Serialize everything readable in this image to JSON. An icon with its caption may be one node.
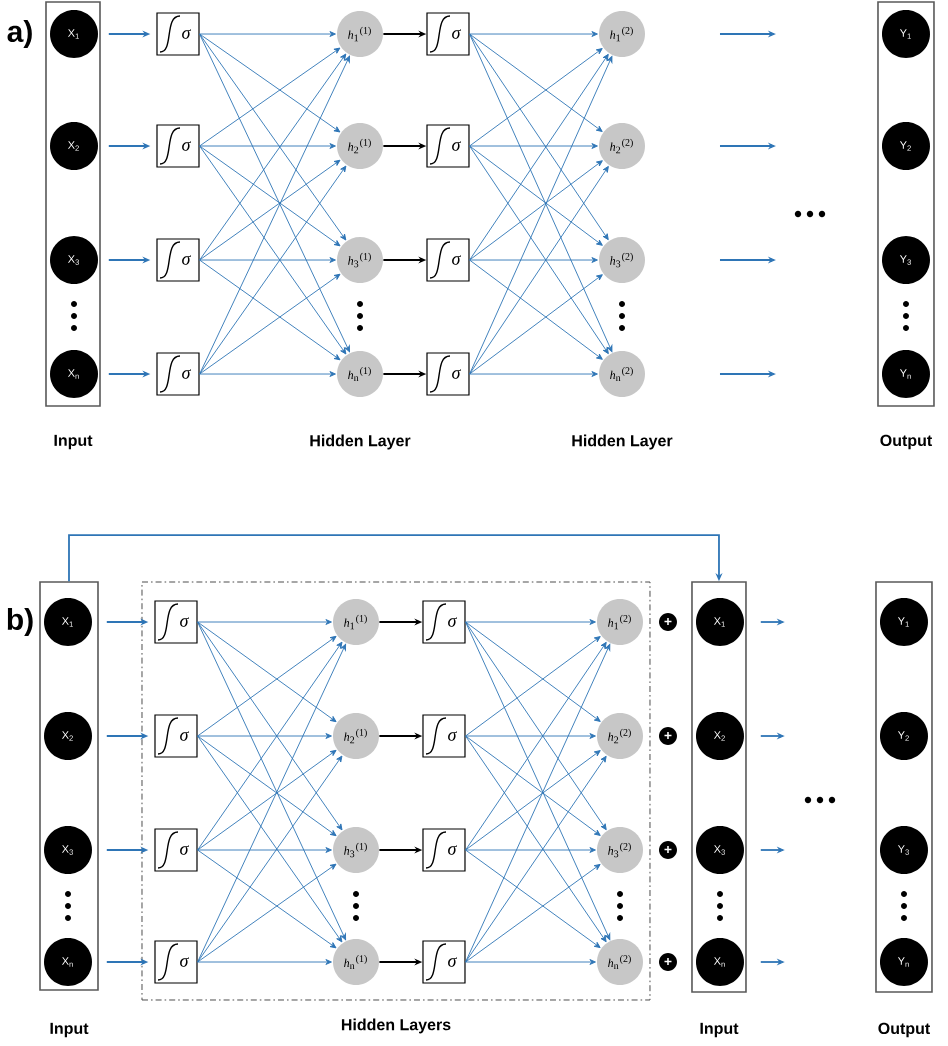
{
  "diagram": {
    "nodes": [
      {
        "text": [
          "Input"
        ]
      },
      {
        "text": [
          "X$_{1}$"
        ],
        "in": 0
      },
      {
        "text": [
          "X$_{2}$"
        ],
        "in": 0
      },
      {
        "text": [
          "X$_{3}$"
        ],
        "in": 0
      },
      {
        "text": [
          "X$_{n}$"
        ],
        "in": 0
      },
      {
        "text": [
          "σ"
        ]
      },
      {
        "text": [
          "σ"
        ]
      },
      {
        "text": [
          "σ"
        ]
      },
      {
        "text": [
          "σ"
        ]
      },
      {
        "text": [
          "*h*$_{1}$$^{(1)}$"
        ]
      },
      {
        "text": [
          "*h*$_{2}$$^{(1)}$"
        ]
      },
      {
        "text": [
          "*h*$_{3}$$^{(1)}$"
        ]
      },
      {
        "text": [
          "*h*$_{n}$$^{(1)}$"
        ]
      },
      {
        "text": [
          "σ"
        ]
      },
      {
        "text": [
          "σ"
        ]
      },
      {
        "text": [
          "σ"
        ]
      },
      {
        "text": [
          "σ"
        ]
      },
      {
        "text": [
          "*h*$_{1}$$^{(2)}$"
        ]
      },
      {
        "text": [
          "*h*$_{2}$$^{(2)}$"
        ]
      },
      {
        "text": [
          "*h*$_{3}$$^{(2)}$"
        ]
      },
      {
        "text": [
          "*h*$_{n}$$^{(2)}$"
        ]
      },
      {
        "text": [
          "Output"
        ]
      },
      {
        "text": [
          "Y$_{1}$"
        ],
        "in": 21
      },
      {
        "text": [
          "Y$_{2}$"
        ],
        "in": 21
      },
      {
        "text": [
          "Y$_{3}$"
        ],
        "in": 21
      },
      {
        "text": [
          "Y$_{n}$"
        ],
        "in": 21
      },
      {
        "text": [
          "Input"
        ]
      },
      {
        "text": [
          "X$_{1}$"
        ],
        "in": 26
      },
      {
        "text": [
          "X$_{2}$"
        ],
        "in": 26
      },
      {
        "text": [
          "X$_{3}$"
        ],
        "in": 26
      },
      {
        "text": [
          "X$_{n}$"
        ],
        "in": 26
      },
      {
        "text": [
          "Hidden Layers"
        ]
      },
      {
        "text": [
          "σ"
        ],
        "in": 31
      },
      {
        "text": [
          "σ"
        ],
        "in": 31
      },
      {
        "text": [
          "σ"
        ],
        "in": 31
      },
      {
        "text": [
          "σ"
        ],
        "in": 31
      },
      {
        "text": [
          "*h*$_{1}$$^{(1)}$"
        ],
        "in": 31
      },
      {
        "text": [
          "*h*$_{2}$$^{(1)}$"
        ],
        "in": 31
      },
      {
        "text": [
          "*h*$_{3}$$^{(1)}$"
        ],
        "in": 31
      },
      {
        "text": [
          "*h*$_{n}$$^{(1)}$"
        ],
        "in": 31
      },
      {
        "text": [
          "σ"
        ],
        "in": 31
      },
      {
        "text": [
          "σ"
        ],
        "in": 31
      },
      {
        "text": [
          "σ"
        ],
        "in": 31
      },
      {
        "text": [
          "σ"
        ],
        "in": 31
      },
      {
        "text": [
          "*h*$_{1}$$^{(2)}$"
        ],
        "in": 31
      },
      {
        "text": [
          "*h*$_{2}$$^{(2)}$"
        ],
        "in": 31
      },
      {
        "text": [
          "*h*$_{3}$$^{(2)}$"
        ],
        "in": 31
      },
      {
        "text": [
          "*h*$_{n}$$^{(2)}$"
        ],
        "in": 31
      },
      {
        "text": [
          "+"
        ]
      },
      {
        "text": [
          "+"
        ]
      },
      {
        "text": [
          "+"
        ]
      },
      {
        "text": [
          "+"
        ]
      },
      {
        "text": [
          "Input"
        ]
      },
      {
        "text": [
          "X$_{1}$"
        ],
        "in": 52
      },
      {
        "text": [
          "X$_{2}$"
        ],
        "in": 52
      },
      {
        "text": [
          "X$_{3}$"
        ],
        "in": 52
      },
      {
        "text": [
          "X$_{n}$"
        ],
        "in": 52
      },
      {
        "text": [
          "Output"
        ]
      },
      {
        "text": [
          "Y$_{1}$"
        ],
        "in": 57
      },
      {
        "text": [
          "Y$_{2}$"
        ],
        "in": 57
      },
      {
        "text": [
          "Y$_{3}$"
        ],
        "in": 57
      },
      {
        "text": [
          "Y$_{n}$"
        ],
        "in": 57
      }
    ],
    "edges": [
      {
        "from": 1,
        "to": 5,
        "arrow": "to"
      },
      {
        "from": 2,
        "to": 6,
        "arrow": "to"
      },
      {
        "from": 3,
        "to": 7,
        "arrow": "to"
      },
      {
        "from": 4,
        "to": 8,
        "arrow": "to"
      },
      {
        "from": 5,
        "to": 9,
        "arrow": "to"
      },
      {
        "from": 5,
        "to": 10,
        "arrow": "to"
      },
      {
        "from": 5,
        "to": 11,
        "arrow": "to"
      },
      {
        "from": 5,
        "to": 12,
        "arrow": "to"
      },
      {
        "from": 6,
        "to": 9,
        "arrow": "to"
      },
      {
        "from": 6,
        "to": 10,
        "arrow": "to"
      },
      {
        "from": 6,
        "to": 11,
        "arrow": "to"
      },
      {
        "from": 6,
        "to": 12,
        "arrow": "to"
      },
      {
        "from": 7,
        "to": 9,
        "arrow": "to"
      },
      {
        "from": 7,
        "to": 10,
        "arrow": "to"
      },
      {
        "from": 7,
        "to": 11,
        "arrow": "to"
      },
      {
        "from": 7,
        "to": 12,
        "arrow": "to"
      },
      {
        "from": 8,
        "to": 9,
        "arrow": "to"
      },
      {
        "from": 8,
        "to": 10,
        "arrow": "to"
      },
      {
        "from": 8,
        "to": 11,
        "arrow": "to"
      },
      {
        "from": 8,
        "to": 12,
        "arrow": "to"
      },
      {
        "from": 9,
        "to": 13,
        "arrow": "to",
        "color": "#000000"
      },
      {
        "from": 10,
        "to": 14,
        "arrow": "to",
        "color": "#000000"
      },
      {
        "from": 11,
        "to": 15,
        "arrow": "to",
        "color": "#000000"
      },
      {
        "from": 12,
        "to": 16,
        "arrow": "to",
        "color": "#000000"
      },
      {
        "from": 13,
        "to": 17,
        "arrow": "to"
      },
      {
        "from": 13,
        "to": 18,
        "arrow": "to"
      },
      {
        "from": 13,
        "to": 19,
        "arrow": "to"
      },
      {
        "from": 13,
        "to": 20,
        "arrow": "to"
      },
      {
        "from": 14,
        "to": 17,
        "arrow": "to"
      },
      {
        "from": 14,
        "to": 18,
        "arrow": "to"
      },
      {
        "from": 14,
        "to": 19,
        "arrow": "to"
      },
      {
        "from": 14,
        "to": 20,
        "arrow": "to"
      },
      {
        "from": 15,
        "to": 17,
        "arrow": "to"
      },
      {
        "from": 15,
        "to": 18,
        "arrow": "to"
      },
      {
        "from": 15,
        "to": 19,
        "arrow": "to"
      },
      {
        "from": 15,
        "to": 20,
        "arrow": "to"
      },
      {
        "from": 16,
        "to": 17,
        "arrow": "to"
      },
      {
        "from": 16,
        "to": 18,
        "arrow": "to"
      },
      {
        "from": 16,
        "to": 19,
        "arrow": "to"
      },
      {
        "from": 16,
        "to": 20,
        "arrow": "to"
      },
      {
        "from": 26,
        "to": 52,
        "arrow": "to"
      },
      {
        "from": 27,
        "to": 32,
        "arrow": "to"
      },
      {
        "from": 28,
        "to": 33,
        "arrow": "to"
      },
      {
        "from": 29,
        "to": 34,
        "arrow": "to"
      },
      {
        "from": 30,
        "to": 35,
        "arrow": "to"
      },
      {
        "from": 32,
        "to": 36,
        "arrow": "to"
      },
      {
        "from": 32,
        "to": 37,
        "arrow": "to"
      },
      {
        "from": 32,
        "to": 38,
        "arrow": "to"
      },
      {
        "from": 32,
        "to": 39,
        "arrow": "to"
      },
      {
        "from": 33,
        "to": 36,
        "arrow": "to"
      },
      {
        "from": 33,
        "to": 37,
        "arrow": "to"
      },
      {
        "from": 33,
        "to": 38,
        "arrow": "to"
      },
      {
        "from": 33,
        "to": 39,
        "arrow": "to"
      },
      {
        "from": 34,
        "to": 36,
        "arrow": "to"
      },
      {
        "from": 34,
        "to": 37,
        "arrow": "to"
      },
      {
        "from": 34,
        "to": 38,
        "arrow": "to"
      },
      {
        "from": 34,
        "to": 39,
        "arrow": "to"
      },
      {
        "from": 35,
        "to": 36,
        "arrow": "to"
      },
      {
        "from": 35,
        "to": 37,
        "arrow": "to"
      },
      {
        "from": 35,
        "to": 38,
        "arrow": "to"
      },
      {
        "from": 35,
        "to": 39,
        "arrow": "to"
      },
      {
        "from": 36,
        "to": 40,
        "arrow": "to",
        "color": "#000000"
      },
      {
        "from": 37,
        "to": 41,
        "arrow": "to",
        "color": "#000000"
      },
      {
        "from": 38,
        "to": 42,
        "arrow": "to",
        "color": "#000000"
      },
      {
        "from": 39,
        "to": 43,
        "arrow": "to",
        "color": "#000000"
      },
      {
        "from": 40,
        "to": 44,
        "arrow": "to"
      },
      {
        "from": 40,
        "to": 45,
        "arrow": "to"
      },
      {
        "from": 40,
        "to": 46,
        "arrow": "to"
      },
      {
        "from": 40,
        "to": 47,
        "arrow": "to"
      },
      {
        "from": 41,
        "to": 44,
        "arrow": "to"
      },
      {
        "from": 41,
        "to": 45,
        "arrow": "to"
      },
      {
        "from": 41,
        "to": 46,
        "arrow": "to"
      },
      {
        "from": 41,
        "to": 47,
        "arrow": "to"
      },
      {
        "from": 42,
        "to": 44,
        "arrow": "to"
      },
      {
        "from": 42,
        "to": 45,
        "arrow": "to"
      },
      {
        "from": 42,
        "to": 46,
        "arrow": "to"
      },
      {
        "from": 42,
        "to": 47,
        "arrow": "to"
      },
      {
        "from": 43,
        "to": 44,
        "arrow": "to"
      },
      {
        "from": 43,
        "to": 45,
        "arrow": "to"
      },
      {
        "from": 43,
        "to": 46,
        "arrow": "to"
      },
      {
        "from": 43,
        "to": 47,
        "arrow": "to"
      },
      {
        "from": 53,
        "to": null,
        "arrow": "to"
      },
      {
        "from": 54,
        "to": null,
        "arrow": "to"
      },
      {
        "from": 55,
        "to": null,
        "arrow": "to"
      },
      {
        "from": 56,
        "to": null,
        "arrow": "to"
      }
    ],
    "labels": [
      "a)",
      "Hidden Layer",
      "Hidden Layer",
      "b)"
    ]
  }
}
